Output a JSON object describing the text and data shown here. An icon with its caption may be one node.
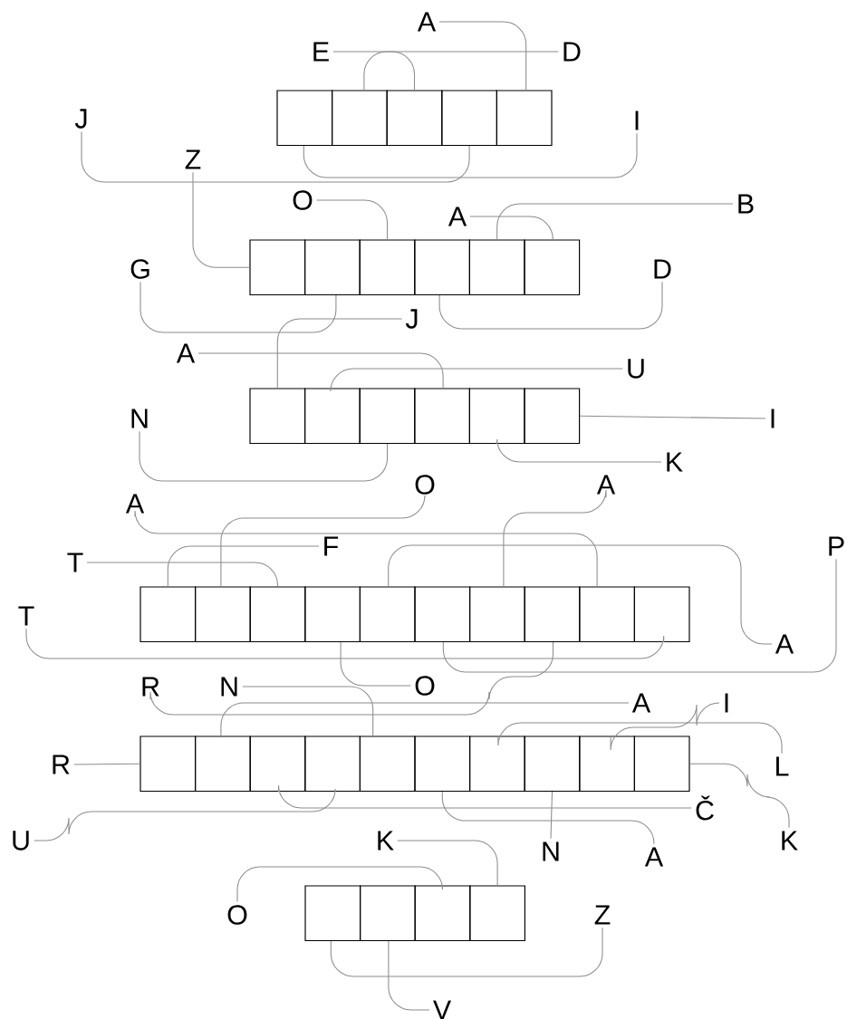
{
  "diagram": {
    "nodes": [
      {
        "text": [],
        "shape": "box"
      },
      {
        "text": [],
        "shape": "box"
      },
      {
        "text": [],
        "shape": "box"
      },
      {
        "text": [],
        "shape": "box"
      },
      {
        "text": [],
        "shape": "box"
      },
      {
        "text": [
          "A"
        ]
      },
      {
        "text": [
          "E"
        ]
      },
      {
        "text": [
          "D"
        ]
      },
      {
        "text": [
          "J"
        ]
      },
      {
        "text": [
          "I"
        ]
      },
      {
        "text": [],
        "shape": "box"
      },
      {
        "text": [],
        "shape": "box"
      },
      {
        "text": [],
        "shape": "box"
      },
      {
        "text": [],
        "shape": "box"
      },
      {
        "text": [],
        "shape": "box"
      },
      {
        "text": [],
        "shape": "box"
      },
      {
        "text": [
          "Z"
        ]
      },
      {
        "text": [
          "O"
        ]
      },
      {
        "text": [
          "A"
        ]
      },
      {
        "text": [
          "B"
        ]
      },
      {
        "text": [
          "G"
        ]
      },
      {
        "text": [
          "D"
        ]
      },
      {
        "text": [],
        "shape": "box"
      },
      {
        "text": [],
        "shape": "box"
      },
      {
        "text": [],
        "shape": "box"
      },
      {
        "text": [],
        "shape": "box"
      },
      {
        "text": [],
        "shape": "box"
      },
      {
        "text": [],
        "shape": "box"
      },
      {
        "text": [
          "J"
        ]
      },
      {
        "text": [
          "A"
        ]
      },
      {
        "text": [
          "U"
        ]
      },
      {
        "text": [
          "N"
        ]
      },
      {
        "text": [
          "I"
        ]
      },
      {
        "text": [
          "K"
        ]
      },
      {
        "text": [],
        "shape": "box"
      },
      {
        "text": [],
        "shape": "box"
      },
      {
        "text": [],
        "shape": "box"
      },
      {
        "text": [],
        "shape": "box"
      },
      {
        "text": [],
        "shape": "box"
      },
      {
        "text": [],
        "shape": "box"
      },
      {
        "text": [],
        "shape": "box"
      },
      {
        "text": [],
        "shape": "box"
      },
      {
        "text": [],
        "shape": "box"
      },
      {
        "text": [],
        "shape": "box"
      },
      {
        "text": [
          "O"
        ]
      },
      {
        "text": [
          "A"
        ]
      },
      {
        "text": [
          "A"
        ]
      },
      {
        "text": [
          "F"
        ]
      },
      {
        "text": [
          "T"
        ]
      },
      {
        "text": [
          "P"
        ]
      },
      {
        "text": [
          "T"
        ]
      },
      {
        "text": [
          "A"
        ]
      },
      {
        "text": [
          "O"
        ]
      },
      {
        "text": [],
        "shape": "box"
      },
      {
        "text": [],
        "shape": "box"
      },
      {
        "text": [],
        "shape": "box"
      },
      {
        "text": [],
        "shape": "box"
      },
      {
        "text": [],
        "shape": "box"
      },
      {
        "text": [],
        "shape": "box"
      },
      {
        "text": [],
        "shape": "box"
      },
      {
        "text": [],
        "shape": "box"
      },
      {
        "text": [],
        "shape": "box"
      },
      {
        "text": [],
        "shape": "box"
      },
      {
        "text": [
          "R"
        ]
      },
      {
        "text": [
          "N"
        ]
      },
      {
        "text": [
          "A"
        ]
      },
      {
        "text": [
          "I"
        ]
      },
      {
        "text": [
          "L"
        ]
      },
      {
        "text": [
          "R"
        ]
      },
      {
        "text": [
          "K"
        ]
      },
      {
        "text": [
          "U"
        ]
      },
      {
        "text": [
          "Č"
        ]
      },
      {
        "text": [
          "N"
        ]
      },
      {
        "text": [
          "A"
        ]
      },
      {
        "text": [],
        "shape": "box"
      },
      {
        "text": [],
        "shape": "box"
      },
      {
        "text": [],
        "shape": "box"
      },
      {
        "text": [],
        "shape": "box"
      },
      {
        "text": [
          "K"
        ]
      },
      {
        "text": [
          "O"
        ]
      },
      {
        "text": [
          "Z"
        ]
      },
      {
        "text": [
          "V"
        ]
      }
    ],
    "edges": [
      {
        "from": 5,
        "to": 4,
        "arrow": "none"
      },
      {
        "from": 6,
        "to": 2,
        "arrow": "none"
      },
      {
        "from": 7,
        "to": 1,
        "arrow": "none"
      },
      {
        "from": 8,
        "to": 3,
        "arrow": "none"
      },
      {
        "from": 9,
        "to": 0,
        "arrow": "none"
      },
      {
        "from": 16,
        "to": 10,
        "arrow": "none"
      },
      {
        "from": 17,
        "to": 12,
        "arrow": "none"
      },
      {
        "from": 18,
        "to": 15,
        "arrow": "none"
      },
      {
        "from": 19,
        "to": 14,
        "arrow": "none"
      },
      {
        "from": 20,
        "to": 11,
        "arrow": "none"
      },
      {
        "from": 21,
        "to": 13,
        "arrow": "none"
      },
      {
        "from": 28,
        "to": 22,
        "arrow": "none"
      },
      {
        "from": 29,
        "to": 25,
        "arrow": "none"
      },
      {
        "from": 30,
        "to": 23,
        "arrow": "none"
      },
      {
        "from": 31,
        "to": 24,
        "arrow": "none"
      },
      {
        "from": 32,
        "to": 27,
        "arrow": "none"
      },
      {
        "from": 33,
        "to": 26,
        "arrow": "none"
      },
      {
        "from": 44,
        "to": 35,
        "arrow": "none"
      },
      {
        "from": 45,
        "to": 40,
        "arrow": "none"
      },
      {
        "from": 46,
        "to": 42,
        "arrow": "none"
      },
      {
        "from": 47,
        "to": 34,
        "arrow": "none"
      },
      {
        "from": 48,
        "to": 36,
        "arrow": "none"
      },
      {
        "from": 49,
        "to": 39,
        "arrow": "none"
      },
      {
        "from": 50,
        "to": 43,
        "arrow": "none"
      },
      {
        "from": 51,
        "to": 38,
        "arrow": "none"
      },
      {
        "from": 52,
        "to": 37,
        "arrow": "none"
      },
      {
        "from": 63,
        "to": 41,
        "arrow": "none"
      },
      {
        "from": 64,
        "to": 57,
        "arrow": "none"
      },
      {
        "from": 65,
        "to": 54,
        "arrow": "none"
      },
      {
        "from": 66,
        "to": 61,
        "arrow": "none"
      },
      {
        "from": 67,
        "to": 59,
        "arrow": "none"
      },
      {
        "from": 68,
        "to": 53,
        "arrow": "none"
      },
      {
        "from": 69,
        "to": 62,
        "arrow": "none"
      },
      {
        "from": 70,
        "to": 56,
        "arrow": "none"
      },
      {
        "from": 71,
        "to": 55,
        "arrow": "none"
      },
      {
        "from": 72,
        "to": 60,
        "arrow": "none"
      },
      {
        "from": 73,
        "to": 58,
        "arrow": "none"
      },
      {
        "from": 78,
        "to": 77,
        "arrow": "none"
      },
      {
        "from": 79,
        "to": 76,
        "arrow": "none"
      },
      {
        "from": 80,
        "to": 74,
        "arrow": "none"
      },
      {
        "from": 81,
        "to": 75,
        "arrow": "none"
      }
    ]
  }
}
